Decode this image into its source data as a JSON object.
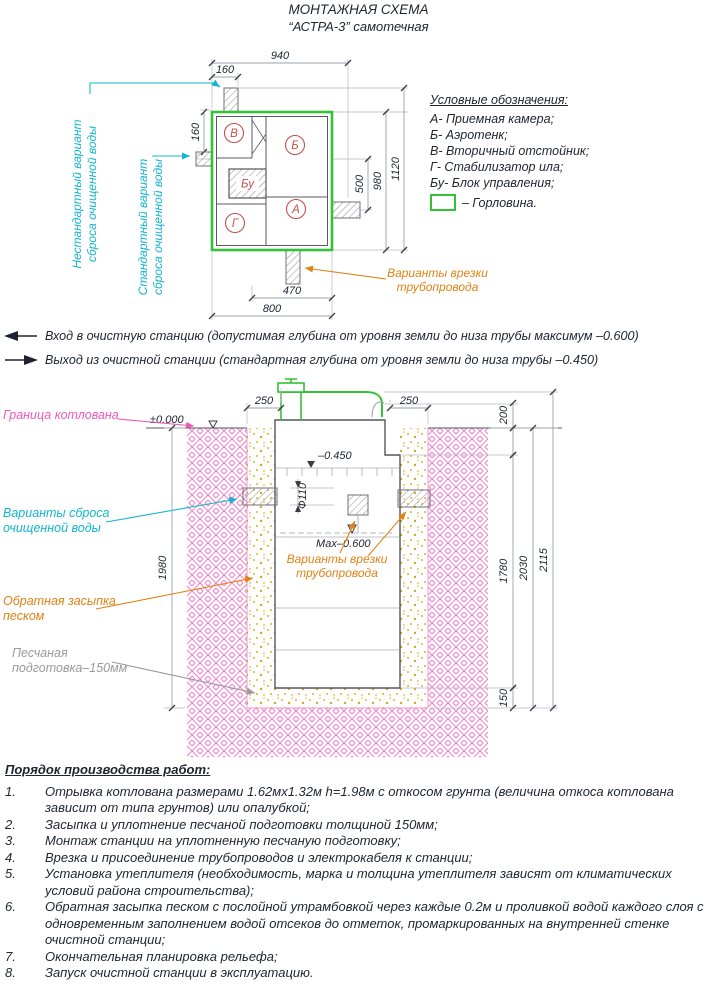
{
  "title": {
    "line1": "МОНТАЖНАЯ СХЕМА",
    "line2": "“АСТРА-3” самотечная"
  },
  "plan": {
    "dims": {
      "d940": "940",
      "d160h": "160",
      "d160v": "160",
      "d500": "500",
      "d980": "980",
      "d1120": "1120",
      "d470": "470",
      "d800": "800"
    },
    "compartments": {
      "A": "А",
      "B": "Б",
      "V": "В",
      "G": "Г",
      "BU": "Бу"
    },
    "left_labels": {
      "nonstandard": [
        "Нестандартный вариант",
        "сброса очищенной воды"
      ],
      "standard": [
        "Стандартный вариант",
        "сброса очищенной воды"
      ]
    },
    "tap_label": [
      "Варианты врезки",
      "трубопровода"
    ]
  },
  "legend": {
    "title": "Условные обозначения:",
    "items": [
      "А- Приемная камера;",
      "Б- Аэротенк;",
      "В- Вторичный отстойник;",
      "Г- Стабилизатор ила;",
      "Бу- Блок управления;"
    ],
    "gorlovina": "– Горловина."
  },
  "io": {
    "in": "Вход в очистную станцию (допустимая глубина от уровня земли до низа трубы максимум –0.600)",
    "out": "Выход из очистной станции (стандартная глубина от уровня земли до низа трубы –0.450)"
  },
  "section": {
    "levels": {
      "zero": "±0.000",
      "l450": "–0.450",
      "max600": "Мах–0.600",
      "f110": "Ф110"
    },
    "dims": {
      "d250l": "250",
      "d250r": "250",
      "d200": "200",
      "d1780": "1780",
      "d2030": "2030",
      "d2115": "2115",
      "d150": "150",
      "d1980": "1980"
    },
    "labels": {
      "boundary": "Граница котлована",
      "discharge": [
        "Варианты сброса",
        "очищенной воды"
      ],
      "tap": [
        "Варианты врезки",
        "трубопровода"
      ],
      "backfill": [
        "Обратная засыпка",
        "песком"
      ],
      "sandprep": [
        "Песчаная",
        "подготовка–150мм"
      ]
    }
  },
  "procedure": {
    "title": "Порядок производства работ:",
    "items": [
      {
        "num": "1.",
        "text": "Отрывка котлована размерами 1.62мх1.32м h=1.98м с откосом грунта (величина откоса котлована зависит от типа грунтов) или опалубкой;"
      },
      {
        "num": "2.",
        "text": "Засыпка и уплотнение песчаной подготовки толщиной 150мм;"
      },
      {
        "num": "3.",
        "text": "Монтаж станции на уплотненную песчаную подготовку;"
      },
      {
        "num": "4.",
        "text": "Врезка и присоединение трубопроводов и электрокабеля к станции;"
      },
      {
        "num": "5.",
        "text": "Установка утеплителя (необходимость, марка и толщина утеплителя зависят от климатических условий района строительства);"
      },
      {
        "num": "6.",
        "text": "Обратная засыпка песком с послойной утрамбовкой через каждые 0.2м и проливкой водой каждого слоя с одновременным заполнением водой отсеков до отметок, промаркированных на внутренней стенке очистной станции;"
      },
      {
        "num": "7.",
        "text": "Окончательная планировка рельефа;"
      },
      {
        "num": "8.",
        "text": "Запуск очистной станции в эксплуатацию."
      }
    ]
  },
  "colors": {
    "green": "#35c135",
    "cyan": "#12b6cf",
    "orange": "#e08214",
    "magenta": "#ee59b8",
    "sand": "#d9b327",
    "soil_pink": "#ef82c8",
    "compartment_red": "#c0504d",
    "text": "#1f2430"
  }
}
